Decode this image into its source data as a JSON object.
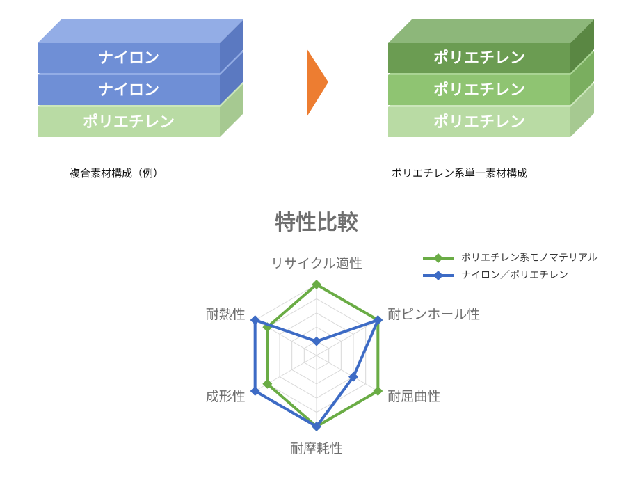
{
  "diagram": {
    "left_stack": {
      "caption": "複合素材構成（例）",
      "layers": [
        {
          "label": "ナイロン",
          "color": "#6f8fd6",
          "top": "#93ade6",
          "side": "#5b79c1"
        },
        {
          "label": "ナイロン",
          "color": "#6f8fd6",
          "top": "#93ade6",
          "side": "#5b79c1"
        },
        {
          "label": "ポリエチレン",
          "color": "#b9dba4",
          "top": "#cbe6ba",
          "side": "#a6c991"
        }
      ]
    },
    "right_stack": {
      "caption": "ポリエチレン系単一素材構成",
      "layers": [
        {
          "label": "ポリエチレン",
          "color": "#6b9c52",
          "top": "#8db77a",
          "side": "#5a8743"
        },
        {
          "label": "ポリエチレン",
          "color": "#8fc472",
          "top": "#a9d493",
          "side": "#7aae5f"
        },
        {
          "label": "ポリエチレン",
          "color": "#b9dba4",
          "top": "#cbe6ba",
          "side": "#a6c991"
        }
      ]
    },
    "arrow_color": "#ed7d31"
  },
  "chart_data": {
    "type": "radar",
    "title": "特性比較",
    "axes": [
      "リサイクル適性",
      "耐ピンホール性",
      "耐屈曲性",
      "耐摩耗性",
      "成形性",
      "耐熱性"
    ],
    "rmax": 5,
    "grid_levels": 5,
    "series": [
      {
        "name": "ポリエチレン系モノマテリアル",
        "color": "#6aac45",
        "values": [
          5,
          5,
          5,
          5,
          4,
          4
        ]
      },
      {
        "name": "ナイロン／ポリエチレン",
        "color": "#3d6bc5",
        "values": [
          1,
          5,
          3,
          5,
          5,
          5
        ]
      }
    ],
    "legend_position": "top-right"
  }
}
